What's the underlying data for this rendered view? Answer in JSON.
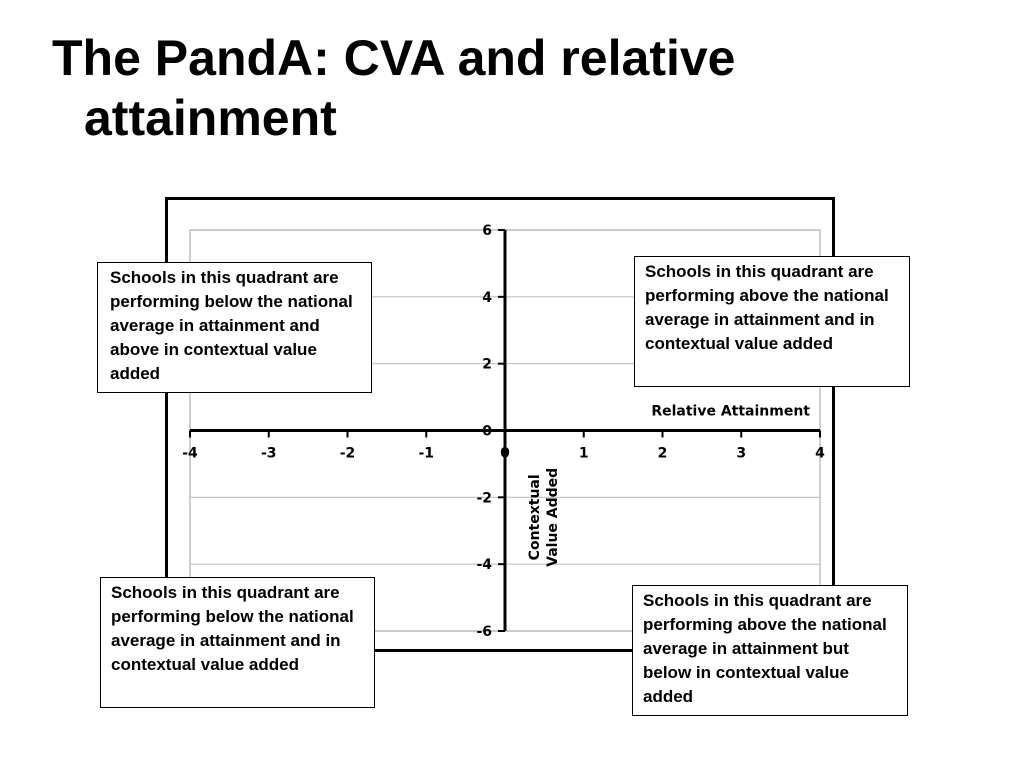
{
  "slide": {
    "title_line1": "The PandA: CVA and relative",
    "title_line2": "attainment"
  },
  "callouts": {
    "top_left": "Schools in this quadrant are performing below the national average in attainment and above in contextual value added",
    "top_right": "Schools in this quadrant are performing above the national average in attainment and in contextual value added",
    "bottom_left": "Schools in this quadrant are performing below the national average in attainment and in contextual value added",
    "bottom_right": "Schools in this quadrant are performing above the national average in attainment but below in contextual value added"
  },
  "chart_data": {
    "type": "scatter",
    "title": "",
    "xlabel": "Relative Attainment",
    "ylabel_lines": [
      "Contextual",
      "Value Added"
    ],
    "xlim": [
      -4,
      4
    ],
    "ylim": [
      -6,
      6
    ],
    "x_ticks": [
      -4,
      -3,
      -2,
      -1,
      0,
      1,
      2,
      3,
      4
    ],
    "y_ticks": [
      6,
      4,
      2,
      0,
      -2,
      -4,
      -6
    ],
    "grid": "horizontal",
    "series": [],
    "colors": {
      "axis": "#000000",
      "grid": "#bfbfbf",
      "plot_border": "#bfbfbf"
    }
  }
}
